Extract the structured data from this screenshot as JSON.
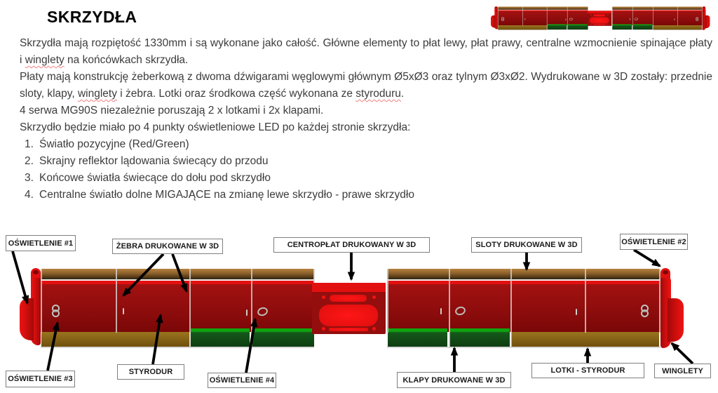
{
  "title": "SKRZYDŁA",
  "text": {
    "p1a": "Skrzydła mają rozpiętość 1330mm i są wykonane jako całość. Główne elementy to płat lewy, płat prawy, centralne wzmocnienie spinające płaty i ",
    "p1b": "winglety",
    "p1c": " na końcówkach skrzydła.",
    "p2a": "Płaty mają konstrukcję żeberkową z dwoma dźwigarami węglowymi głównym Ø5xØ3 oraz tylnym Ø3xØ2. Wydrukowane w 3D zostały: przednie sloty, klapy, ",
    "p2b": "winglety",
    "p2c": " i żebra. Lotki oraz środkowa część wykonana ze ",
    "p2d": "styroduru",
    "p2e": ".",
    "p3": "4 serwa MG90S niezależnie poruszają 2 x lotkami i 2x klapami.",
    "p4": "Skrzydło będzie miało po 4 punkty oświetleniowe LED po każdej stronie skrzydła:"
  },
  "list": [
    {
      "num": "1.",
      "label": "Światło pozycyjne (Red/Green)"
    },
    {
      "num": "2.",
      "label": "Skrajny reflektor lądowania świecący do przodu"
    },
    {
      "num": "3.",
      "label": "Końcowe światła świecące do dołu pod skrzydło"
    },
    {
      "num": "4.",
      "label": "Centralne światło dolne MIGAJĄCE na zmianę lewe skrzydło - prawe skrzydło"
    }
  ],
  "diagram_labels": {
    "oswietlenie1": "OŚWIETLENIE #1",
    "zebra": "ŻEBRA DRUKOWANE W 3D",
    "centroplat": "CENTROPŁAT DRUKOWANY W 3D",
    "sloty": "SLOTY DRUKOWANE W 3D",
    "oswietlenie2": "OŚWIETLENIE #2",
    "oswietlenie3": "OŚWIETLENIE #3",
    "styrodur": "STYRODUR",
    "oswietlenie4": "OŚWIETLENIE #4",
    "klapy": "KLAPY DRUKOWANE W 3D",
    "lotki": "LOTKI - STYRODUR",
    "winglety": "WINGLETY"
  },
  "colors": {
    "wing-red": "#A31111",
    "wing-red-dark": "#7A0707",
    "bright-red": "#E31010",
    "slot-brown": "#B5823F",
    "slot-brown-dark": "#33230D",
    "olive": "#9A741F",
    "olive-dark": "#6B4C0C",
    "flap-green": "#0FA50F",
    "flap-green-dark": "#0E3D10",
    "label-border": "#7F7F7F",
    "text-color": "#3C3C3C"
  }
}
